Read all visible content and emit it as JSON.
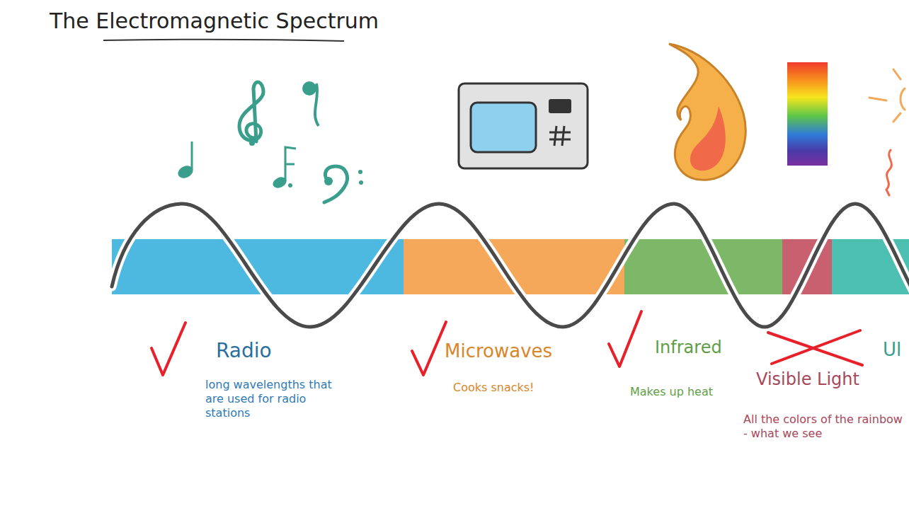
{
  "diagram": {
    "title": "The Electromagnetic Spectrum",
    "nodes": [
      {
        "text": [
          "Radio",
          "long wavelengths that are used for radio stations"
        ]
      },
      {
        "text": [
          "Microwaves",
          "Cooks snacks!"
        ]
      },
      {
        "text": [
          "Infrared",
          "Makes up heat"
        ]
      },
      {
        "text": [
          "Visible Light",
          "All the colors of the rainbow - what we see"
        ]
      },
      {
        "text": [
          "Ul"
        ]
      }
    ]
  }
}
